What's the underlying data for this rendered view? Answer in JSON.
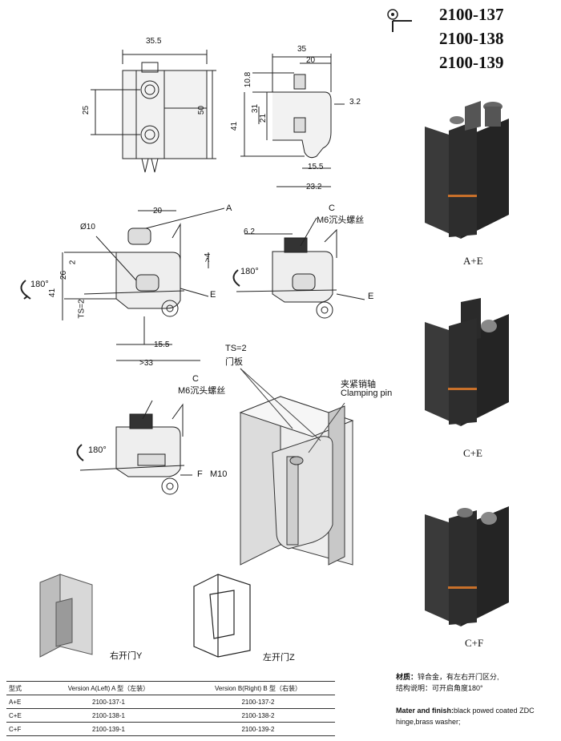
{
  "titles": [
    "2100-137",
    "2100-138",
    "2100-139"
  ],
  "top_view": {
    "width": "35.5",
    "pitch": "25",
    "height": "50"
  },
  "side_view": {
    "w35": "35",
    "w20": "20",
    "h10_8": "10.8",
    "h31": "31",
    "h21": "21",
    "h41": "41",
    "t3_2": "3.2",
    "w15_5": "15.5",
    "w23_2": "23.2"
  },
  "view_a": {
    "d10": "Ø10",
    "w20": "20",
    "label_a": "A",
    "label_e": "E",
    "h26": "26",
    "h41": "41",
    "h2": "2",
    "ts2": "TS=2",
    "gt4": ">4",
    "w15_5": "15.5",
    "gt33": ">33",
    "angle": "180°"
  },
  "view_c": {
    "label_c": "C",
    "screw": "M6沉头螺丝",
    "d6_2": "6.2",
    "label_e": "E",
    "angle": "180°"
  },
  "view_f": {
    "label_c": "C",
    "screw": "M6沉头螺丝",
    "label_f": "F",
    "m10": "M10",
    "angle": "180°"
  },
  "iso_labels": {
    "ts": "TS=2",
    "door": "门板",
    "pin_cn": "夹紧销轴",
    "pin_en": "Clamping pin"
  },
  "product_captions": [
    "A+E",
    "C+E",
    "C+F"
  ],
  "door_captions": {
    "right": "右开门Y",
    "left": "左开门Z"
  },
  "table": {
    "headers": [
      "型式",
      "Version A(Left) A 型（左装）",
      "Version B(Right)  B 型（右装）"
    ],
    "rows": [
      [
        "A+E",
        "2100-137-1",
        "2100-137-2"
      ],
      [
        "C+E",
        "2100-138-1",
        "2100-138-2"
      ],
      [
        "C+F",
        "2100-139-1",
        "2100-139-2"
      ]
    ]
  },
  "notes": {
    "material_label": "材质：",
    "material_text": "锌合金，有左右开门区分,",
    "structure": "结构说明：可开启角度180°",
    "finish_label": "Mater and finish:",
    "finish_text": "black powed coated ZDC hinge,brass washer;"
  },
  "colors": {
    "line": "#222222",
    "product": "#2a2a2a",
    "accent": "#c8702a"
  }
}
